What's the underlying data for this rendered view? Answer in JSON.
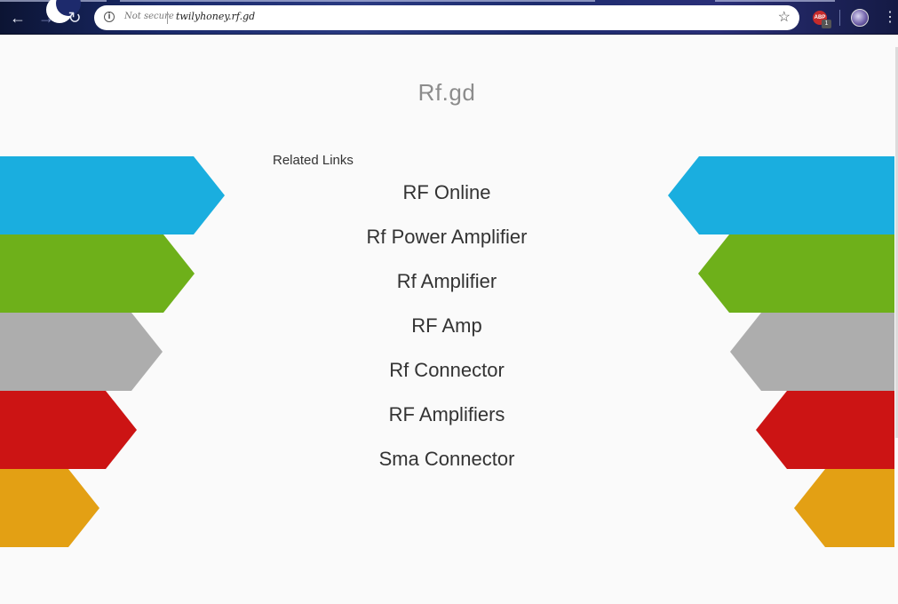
{
  "browser": {
    "security_label": "Not secure",
    "url": "twilyhoney.rf.gd",
    "adblock_count": "1",
    "adblock_label": "ABP"
  },
  "icons": {
    "back": "back-arrow-icon",
    "forward": "forward-arrow-icon",
    "reload": "reload-icon",
    "info": "info-icon",
    "star": "star-icon",
    "menu": "more-vertical-icon"
  },
  "page": {
    "site_title": "Rf.gd",
    "related_heading": "Related Links",
    "links": [
      "RF Online",
      "Rf Power Amplifier",
      "Rf Amplifier",
      "RF Amp",
      "Rf Connector",
      "RF Amplifiers",
      "Sma Connector"
    ]
  },
  "colors": {
    "blue": "#1aaedf",
    "green": "#6eb01a",
    "gray": "#adadad",
    "red": "#cc1414",
    "yellow": "#e3a014"
  }
}
